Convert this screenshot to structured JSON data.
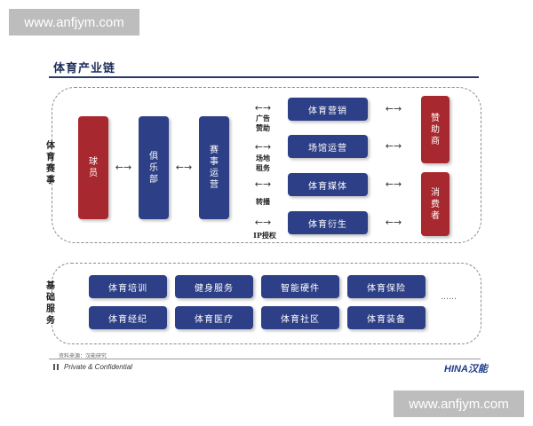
{
  "watermark_top": "www.anfjym.com",
  "watermark_bottom": "www.anfjym.com",
  "title": "体育产业链",
  "events_section": {
    "label": [
      "体",
      "育",
      "赛",
      "事"
    ],
    "club_flow": [
      {
        "text": [
          "球",
          "员"
        ],
        "color": "red"
      },
      {
        "text": [
          "俱",
          "乐",
          "部"
        ],
        "color": "blue"
      },
      {
        "text": [
          "赛",
          "事",
          "运",
          "营"
        ],
        "color": "blue"
      }
    ],
    "rights": [
      {
        "lines": [
          "广告",
          "赞助"
        ]
      },
      {
        "lines": [
          "场地",
          "租务"
        ]
      },
      {
        "lines": [
          "转播"
        ]
      },
      {
        "lines": [
          "IP授权"
        ]
      }
    ],
    "businesses": [
      "体育营销",
      "场馆运营",
      "体育媒体",
      "体育衍生"
    ],
    "terminals": [
      {
        "text": [
          "赞",
          "助",
          "商"
        ]
      },
      {
        "text": [
          "消",
          "费",
          "者"
        ]
      }
    ],
    "arrow_glyph": "←→"
  },
  "foundation_section": {
    "label": [
      "基",
      "础",
      "服",
      "务"
    ],
    "row1": [
      "体育培训",
      "健身服务",
      "智能硬件",
      "体育保险"
    ],
    "row2": [
      "体育经纪",
      "体育医疗",
      "体育社区",
      "体育装备"
    ],
    "ellipsis": "……"
  },
  "footer": {
    "source": "资料来源：汉能研究",
    "private": "Private & Confidential",
    "logo": "HINA汉能"
  }
}
